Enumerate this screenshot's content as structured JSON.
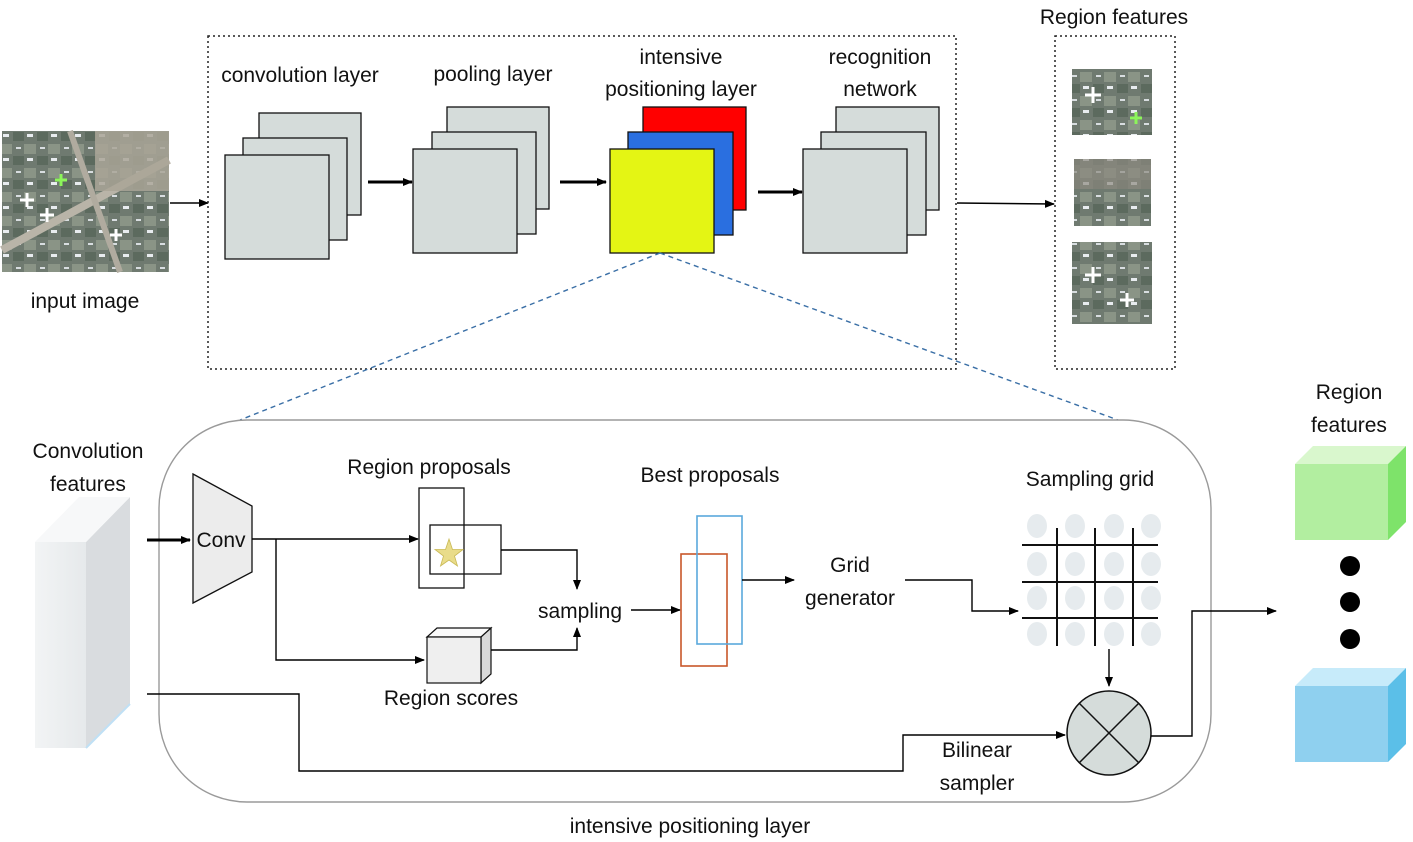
{
  "top": {
    "input_image_label": "input image",
    "convolution_layer_label": "convolution layer",
    "pooling_layer_label": "pooling layer",
    "intensive_label_line1": "intensive",
    "intensive_label_line2": "positioning layer",
    "recognition_label_line1": "recognition",
    "recognition_label_line2": "network",
    "region_features_label": "Region features"
  },
  "bottom": {
    "convolution_features_line1": "Convolution",
    "convolution_features_line2": "features",
    "conv_label": "Conv",
    "region_proposals_label": "Region proposals",
    "region_scores_label": "Region scores",
    "sampling_label": "sampling",
    "best_proposals_label": "Best proposals",
    "grid_generator_line1": "Grid",
    "grid_generator_line2": "generator",
    "sampling_grid_label": "Sampling grid",
    "bilinear_sampler_line1": "Bilinear",
    "bilinear_sampler_line2": "sampler",
    "caption": "intensive positioning layer",
    "region_features_line1": "Region",
    "region_features_line2": "features"
  },
  "colors": {
    "layer_gray": "#d5dcda",
    "intensive_red": "#ff0000",
    "intensive_blue": "#2a6fe0",
    "intensive_yellow": "#e4f514",
    "dashed_link": "#3a6fa6",
    "best_proposal_orange": "#c8562a",
    "best_proposal_blue": "#5aa8dc",
    "feature_green": "#b2eea0",
    "feature_blue": "#8fd0ef"
  }
}
